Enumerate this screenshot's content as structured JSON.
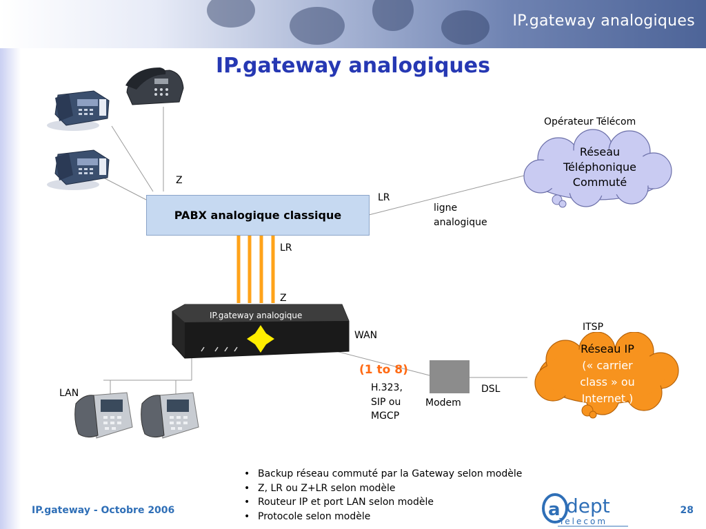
{
  "header": {
    "title": "IP.gateway analogiques"
  },
  "slide": {
    "title": "IP.gateway analogiques"
  },
  "diagram": {
    "pabx_label": "PABX analogique classique",
    "gateway_label": "IP.gateway analogique",
    "operator_label": "Opérateur Télécom",
    "pstn_cloud": [
      "Réseau",
      "Téléphonique",
      "Commuté"
    ],
    "itsp_label": "ITSP",
    "ip_cloud": [
      "Réseau IP",
      "(« carrier",
      "class » ou",
      "Internet )"
    ],
    "labels": {
      "z_top": "Z",
      "lr_top": "LR",
      "ligne_analogique": [
        "ligne",
        "analogique"
      ],
      "lr_mid": "LR",
      "z_mid": "Z",
      "wan": "WAN",
      "one_to_eight": "(1 to 8)",
      "protocols": [
        "H.323,",
        "SIP ou",
        "MGCP"
      ],
      "modem": "Modem",
      "dsl": "DSL",
      "lan": "LAN"
    }
  },
  "bullets": [
    "Backup réseau commuté par la Gateway selon modèle",
    "Z, LR ou Z+LR selon modèle",
    "Routeur IP et port LAN selon modèle",
    "Protocole selon modèle"
  ],
  "footer": {
    "left": "IP.gateway - Octobre 2006",
    "page": "28"
  },
  "logo": {
    "name": "adept",
    "tagline": "Telecom"
  },
  "colors": {
    "title_blue": "#2638b3",
    "footer_blue": "#2f6fb7",
    "pabx_fill": "#c6d9f1",
    "pstn_cloud_fill": "#c9cbf2",
    "ip_cloud_fill": "#f7931e",
    "trunk_orange": "#ffa31a",
    "accent_orange": "#ff6a13",
    "modem_gray": "#8c8c8c"
  }
}
